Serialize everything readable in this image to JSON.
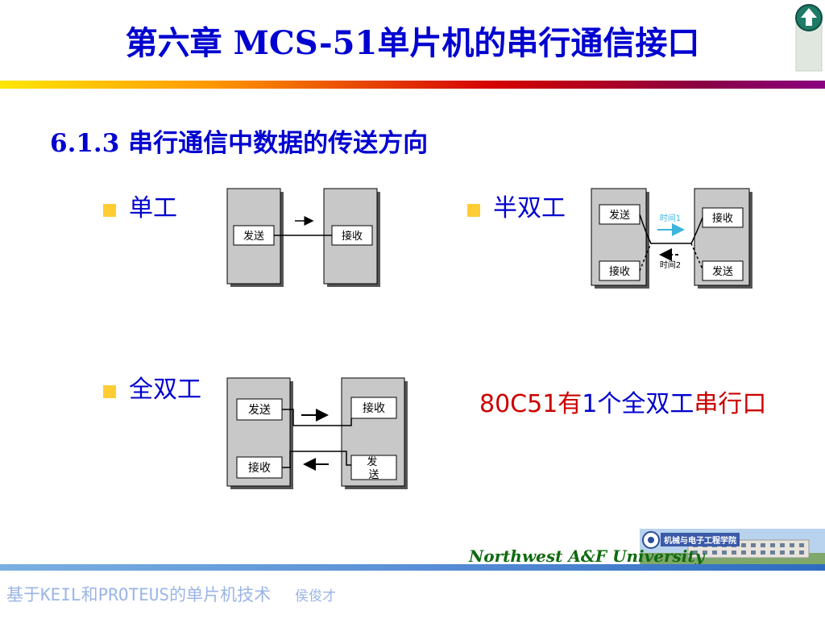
{
  "title": "第六章   MCS-51单片机的串行通信接口",
  "subtitle": "6.1.3 串行通信中数据的传送方向",
  "sections": {
    "simplex": {
      "label": "单工",
      "send": "发送",
      "recv": "接收"
    },
    "half_duplex": {
      "label": "半双工",
      "send_top": "发送",
      "recv_top": "接收",
      "recv_bottom": "接收",
      "send_bottom": "发送",
      "time1": "时间1",
      "time2": "时间2"
    },
    "full_duplex": {
      "label": "全双工",
      "send_top": "发送",
      "recv_top": "接收",
      "recv_bottom": "接收",
      "send_bottom": "发\n送"
    }
  },
  "note": {
    "part1": "80C51有",
    "part2": "1个全双工",
    "part3": "串行口"
  },
  "footer": {
    "course": "基于KEIL和PROTEUS的单片机技术",
    "author": "侯俊才",
    "university": "Northwest  A&F  University",
    "college": "机械与电子工程学院"
  },
  "icons": {
    "home": "home-arrow-icon"
  },
  "colors": {
    "title": "#0000d0",
    "note_red": "#cc0000",
    "bullet": "#ffcc33",
    "box_fill": "#c8c8c8"
  }
}
